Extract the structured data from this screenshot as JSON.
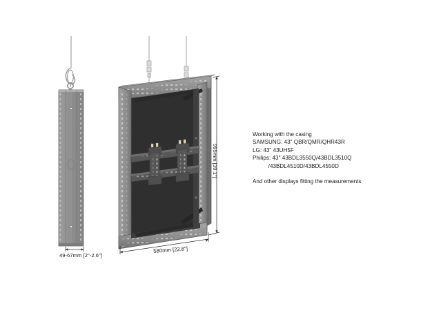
{
  "page": {
    "background_color": "#ffffff",
    "ink_color": "#1b1b1b"
  },
  "palette": {
    "frame_light": "#9a9a9a",
    "frame_mid": "#858585",
    "frame_dark": "#6f6f6f",
    "frame_edge": "#5a5a5a",
    "interior_dark": "#3a3a3a",
    "bracket_dark": "#4a4a4a",
    "bracket_mid": "#5e5e5e",
    "cable": "#c9c9c9",
    "cable_stroke": "#8e8e8e",
    "hardware": "#d8d8d8",
    "dim_line": "#2b2b2b"
  },
  "spec": {
    "heading": "Working with the casing",
    "lines": [
      "SAMSUNG: 43\" QBR/QMR/QHR43R",
      "LG: 43\" 43UH5F",
      "Philips: 43\" 43BDL3550Q/43BDL3510Q",
      "          /43BDL4510D/43BDL4550D"
    ],
    "footnote": "And other displays fitting the measurements"
  },
  "dimensions": {
    "depth": "49-67mm [2\"-2.6\"]",
    "width": "580mm [22.8\"]",
    "height": "995mm [39.1\"]"
  },
  "views": {
    "side_view_name": "side-profile-view",
    "front_view_name": "angled-casing-view"
  },
  "parts": {
    "suspension_cable": "suspension-cable",
    "carabiner": "carabiner-hook",
    "tensioner": "cable-tensioner",
    "eyelet": "eyelet-ring",
    "casing_frame": "casing-frame",
    "vesa_bracket": "vesa-mount-bracket",
    "cross_rail": "cross-rail",
    "diagonal_brace": "diagonal-brace"
  }
}
